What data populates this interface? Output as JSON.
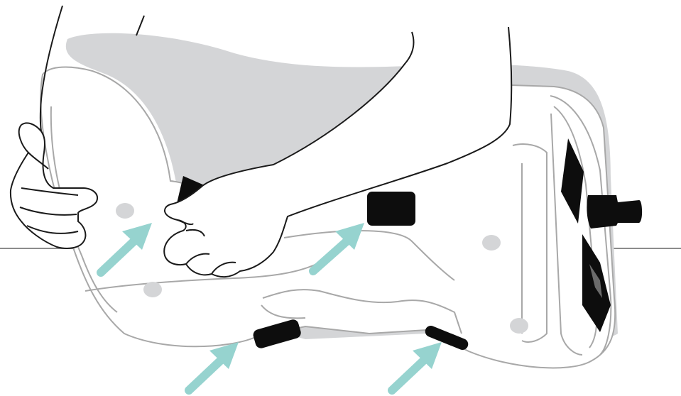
{
  "colors": {
    "outline": "#1a1a1a",
    "inner_line": "#a8a8a8",
    "shadow": "#d4d5d7",
    "pad": "#0d0d0d",
    "arrow": "#96d3cf",
    "floor": "#8c8c8c",
    "window": "#6b6b6b"
  },
  "icons": {
    "arrows": [
      "arrow-upper-left-pad",
      "arrow-upper-middle-pad",
      "arrow-lower-left-pad",
      "arrow-lower-right-pad"
    ]
  }
}
